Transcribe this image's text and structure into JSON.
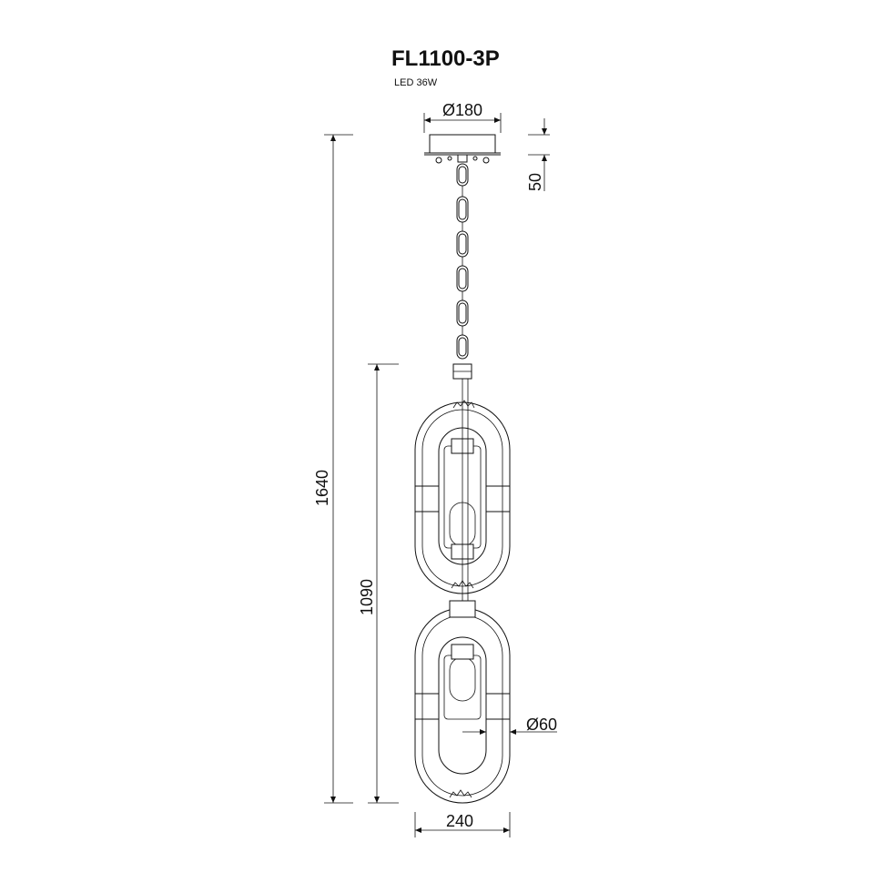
{
  "title": "FL1100-3P",
  "subtitle": "LED 36W",
  "dimensions": {
    "canopy_diameter": "Ø180",
    "canopy_height": "50",
    "total_height": "1640",
    "body_height": "1090",
    "tube_diameter": "Ø60",
    "body_width": "240"
  }
}
